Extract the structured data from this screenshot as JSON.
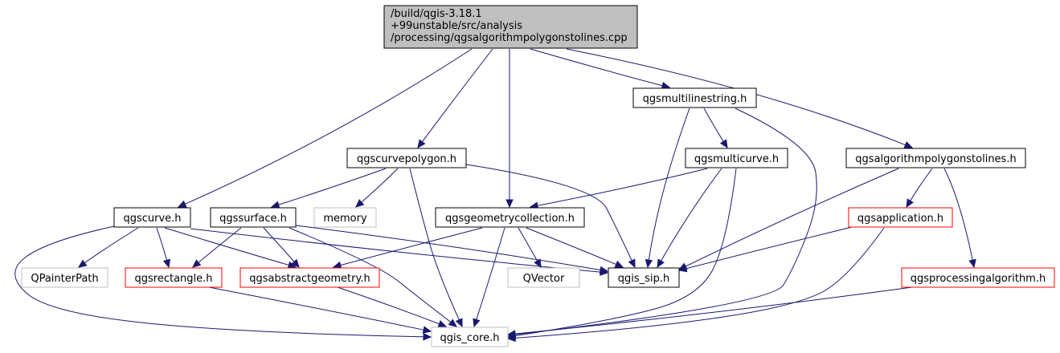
{
  "colors": {
    "edge": "#191970",
    "root_fill": "#bfbfbf",
    "border_black": "#000000",
    "border_red": "#ff0000",
    "border_gray": "#bfbfbf",
    "text": "#000000"
  },
  "nodes": {
    "root": {
      "lines": [
        "/build/qgis-3.18.1",
        "+99unstable/src/analysis",
        "/processing/qgsalgorithmpolygonstolines.cpp"
      ],
      "style": "root"
    },
    "multilinestring": {
      "lines": [
        "qgsmultilinestring.h"
      ],
      "style": "black"
    },
    "curvepolygon": {
      "lines": [
        "qgscurvepolygon.h"
      ],
      "style": "black"
    },
    "multicurve": {
      "lines": [
        "qgsmulticurve.h"
      ],
      "style": "black"
    },
    "algorithmpolygonstolines": {
      "lines": [
        "qgsalgorithmpolygonstolines.h"
      ],
      "style": "black"
    },
    "curve": {
      "lines": [
        "qgscurve.h"
      ],
      "style": "black"
    },
    "surface": {
      "lines": [
        "qgssurface.h"
      ],
      "style": "black"
    },
    "memory": {
      "lines": [
        "memory"
      ],
      "style": "gray"
    },
    "geometrycollection": {
      "lines": [
        "qgsgeometrycollection.h"
      ],
      "style": "black"
    },
    "application": {
      "lines": [
        "qgsapplication.h"
      ],
      "style": "red"
    },
    "qpainterpath": {
      "lines": [
        "QPainterPath"
      ],
      "style": "gray"
    },
    "rectangle": {
      "lines": [
        "qgsrectangle.h"
      ],
      "style": "red"
    },
    "abstractgeometry": {
      "lines": [
        "qgsabstractgeometry.h"
      ],
      "style": "red"
    },
    "qvector": {
      "lines": [
        "QVector"
      ],
      "style": "gray"
    },
    "qgis_sip": {
      "lines": [
        "qgis_sip.h"
      ],
      "style": "black"
    },
    "processingalgorithm": {
      "lines": [
        "qgsprocessingalgorithm.h"
      ],
      "style": "red"
    },
    "qgis_core": {
      "lines": [
        "qgis_core.h"
      ],
      "style": "gray"
    }
  },
  "edges": [
    [
      "root",
      "curve"
    ],
    [
      "root",
      "curvepolygon"
    ],
    [
      "root",
      "geometrycollection"
    ],
    [
      "root",
      "multilinestring"
    ],
    [
      "root",
      "algorithmpolygonstolines"
    ],
    [
      "multilinestring",
      "multicurve"
    ],
    [
      "multilinestring",
      "qgis_sip"
    ],
    [
      "multilinestring",
      "qgis_core"
    ],
    [
      "curvepolygon",
      "surface"
    ],
    [
      "curvepolygon",
      "memory"
    ],
    [
      "curvepolygon",
      "qgis_sip"
    ],
    [
      "curvepolygon",
      "qgis_core"
    ],
    [
      "multicurve",
      "geometrycollection"
    ],
    [
      "multicurve",
      "qgis_sip"
    ],
    [
      "multicurve",
      "qgis_core"
    ],
    [
      "algorithmpolygonstolines",
      "application"
    ],
    [
      "algorithmpolygonstolines",
      "qgis_sip"
    ],
    [
      "algorithmpolygonstolines",
      "processingalgorithm"
    ],
    [
      "curve",
      "qpainterpath"
    ],
    [
      "curve",
      "rectangle"
    ],
    [
      "curve",
      "abstractgeometry"
    ],
    [
      "curve",
      "qgis_sip"
    ],
    [
      "curve",
      "qgis_core"
    ],
    [
      "surface",
      "rectangle"
    ],
    [
      "surface",
      "abstractgeometry"
    ],
    [
      "surface",
      "qgis_sip"
    ],
    [
      "surface",
      "qgis_core"
    ],
    [
      "geometrycollection",
      "abstractgeometry"
    ],
    [
      "geometrycollection",
      "qvector"
    ],
    [
      "geometrycollection",
      "qgis_sip"
    ],
    [
      "geometrycollection",
      "qgis_core"
    ],
    [
      "application",
      "qgis_sip"
    ],
    [
      "application",
      "qgis_core"
    ],
    [
      "rectangle",
      "qgis_core"
    ],
    [
      "abstractgeometry",
      "qgis_core"
    ],
    [
      "processingalgorithm",
      "qgis_core"
    ]
  ]
}
